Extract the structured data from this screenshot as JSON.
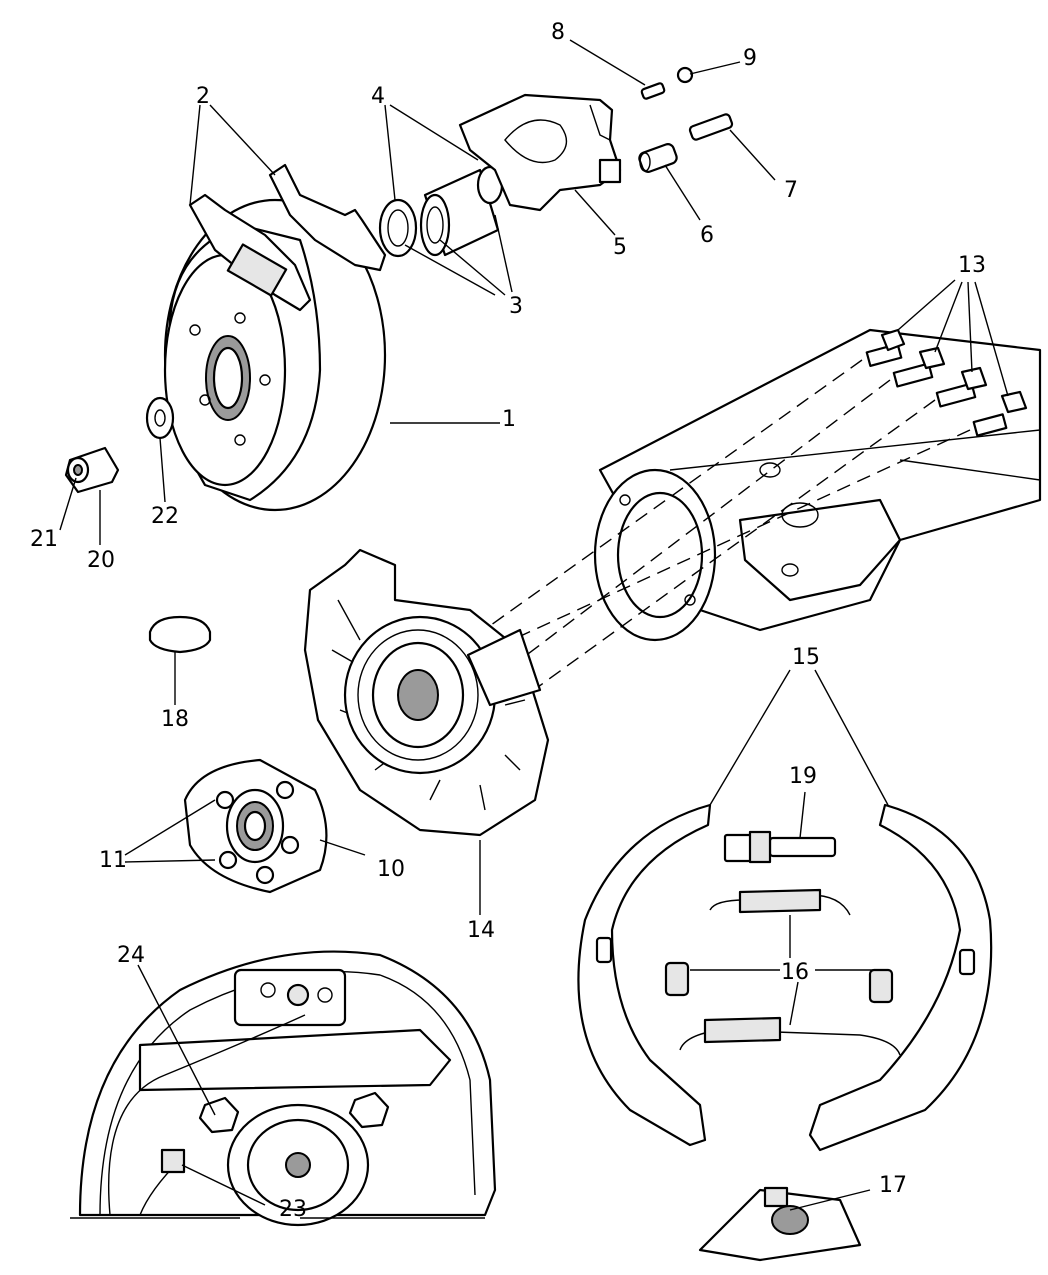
{
  "callouts": [
    {
      "id": "c1",
      "label": "1"
    },
    {
      "id": "c2",
      "label": "2"
    },
    {
      "id": "c3",
      "label": "3"
    },
    {
      "id": "c4",
      "label": "4"
    },
    {
      "id": "c5",
      "label": "5"
    },
    {
      "id": "c6",
      "label": "6"
    },
    {
      "id": "c7",
      "label": "7"
    },
    {
      "id": "c8",
      "label": "8"
    },
    {
      "id": "c9",
      "label": "9"
    },
    {
      "id": "c10",
      "label": "10"
    },
    {
      "id": "c11",
      "label": "11"
    },
    {
      "id": "c13",
      "label": "13"
    },
    {
      "id": "c14",
      "label": "14"
    },
    {
      "id": "c15",
      "label": "15"
    },
    {
      "id": "c16",
      "label": "16"
    },
    {
      "id": "c17",
      "label": "17"
    },
    {
      "id": "c18",
      "label": "18"
    },
    {
      "id": "c19",
      "label": "19"
    },
    {
      "id": "c20",
      "label": "20"
    },
    {
      "id": "c21",
      "label": "21"
    },
    {
      "id": "c22",
      "label": "22"
    },
    {
      "id": "c23",
      "label": "23"
    },
    {
      "id": "c24",
      "label": "24"
    }
  ],
  "colors": {
    "line": "#000000",
    "background": "#ffffff",
    "shade": "#9a9a9a"
  }
}
